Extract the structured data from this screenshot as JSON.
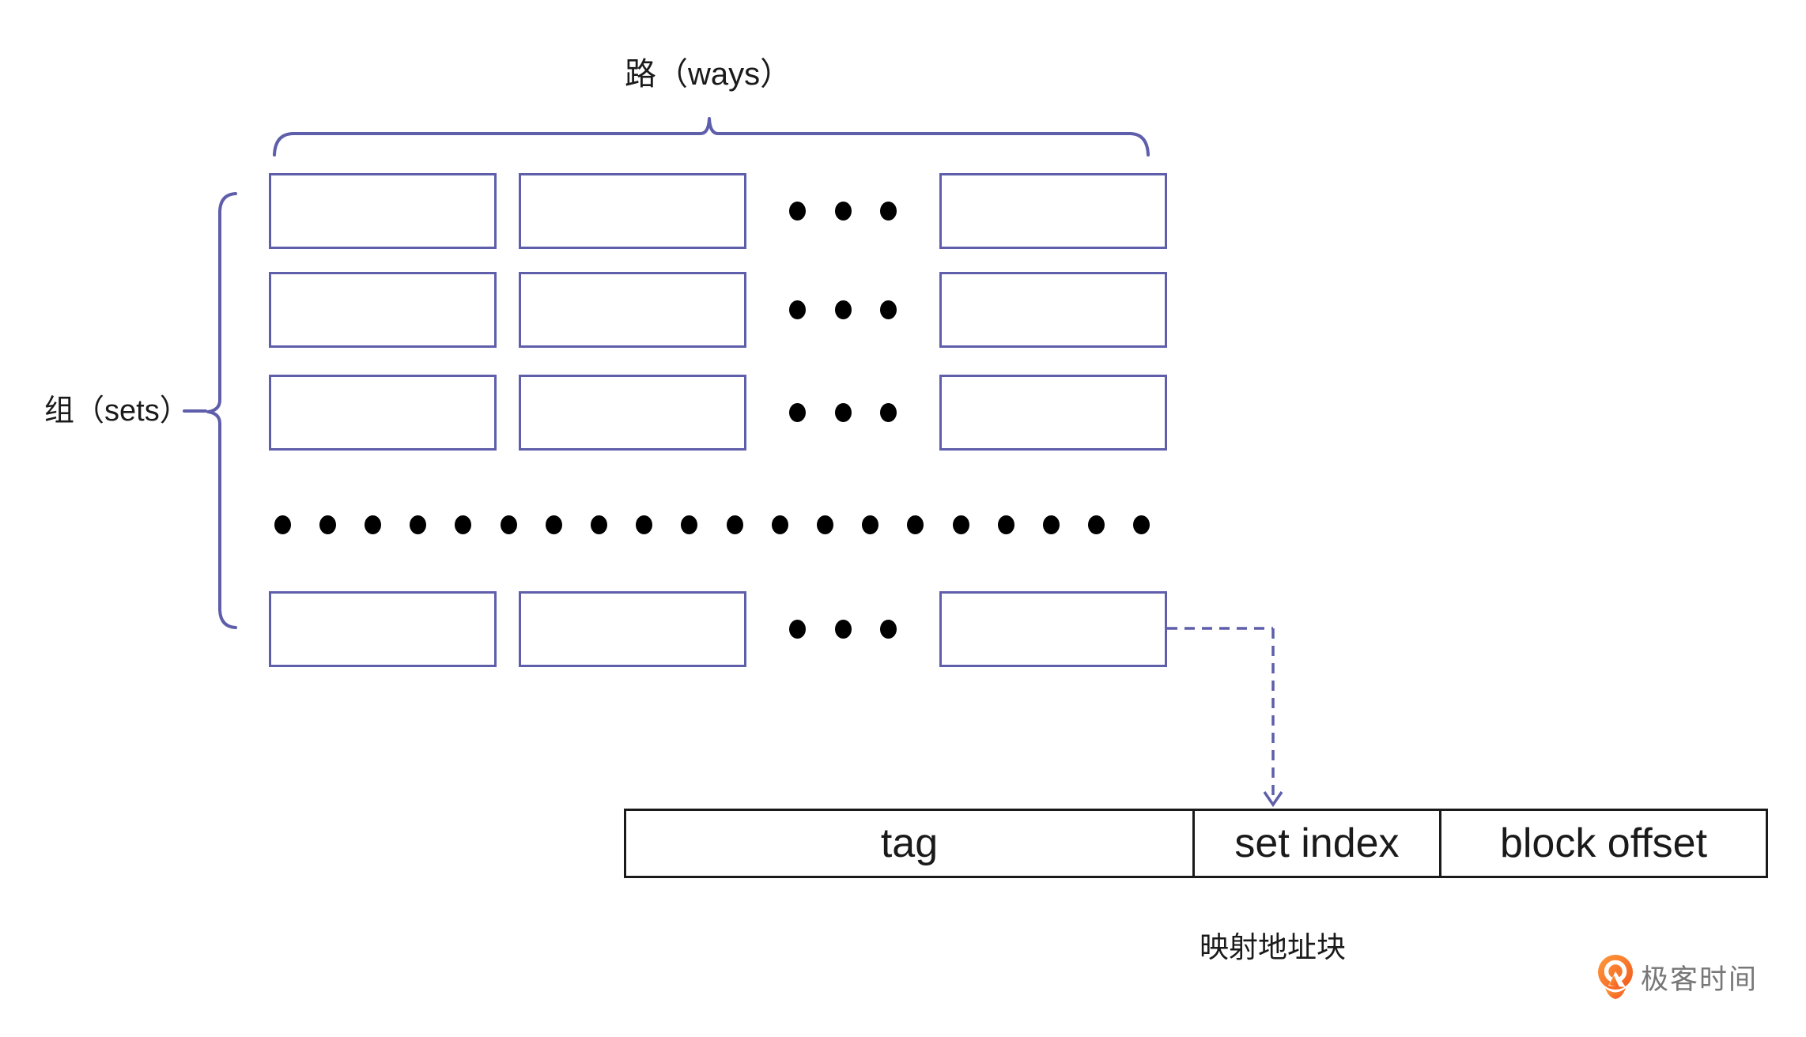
{
  "diagram": {
    "ways_label": "路（ways）",
    "sets_label": "组（sets）",
    "mapping_label": "映射地址块",
    "address_box": {
      "fields": [
        {
          "label": "tag"
        },
        {
          "label": "set index"
        },
        {
          "label": "block offset"
        }
      ]
    },
    "grid": {
      "visible_rows": 4,
      "visible_cols": 3,
      "row_ellipsis_dot_count": 3,
      "long_ellipsis_dot_count": 20
    },
    "colors": {
      "outline_purple": "#5E5EAB",
      "address_border": "#1A1A1A",
      "dot_black": "#000000",
      "text_black": "#1A1A1A"
    }
  },
  "brand": {
    "name": "极客时间",
    "logo_orange": "#F25B1D",
    "text_gray": "#777777"
  }
}
